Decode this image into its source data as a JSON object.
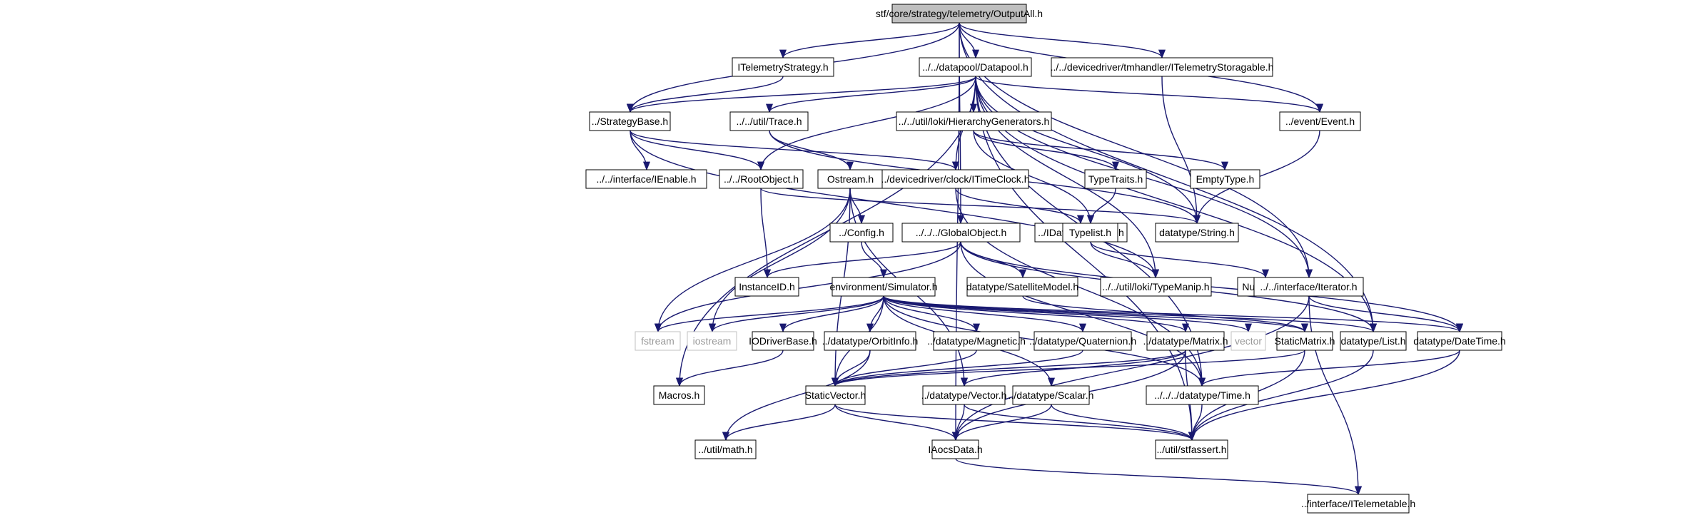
{
  "graph": {
    "title": "stf/core/strategy/telemetry/OutputAll.h",
    "edge_color": "#191970",
    "root_fill": "#bfbfbf",
    "external_color": "#9a9a9a",
    "nodes": [
      {
        "id": "root",
        "label": "stf/core/strategy/telemetry/OutputAll.h",
        "kind": "root",
        "link": false
      },
      {
        "id": "itelstrat",
        "label": "ITelemetryStrategy.h",
        "kind": "header",
        "link": true
      },
      {
        "id": "datapool",
        "label": "../../datapool/Datapool.h",
        "kind": "header",
        "link": true
      },
      {
        "id": "itelstor",
        "label": "../../devicedriver/tmhandler/ITelemetryStoragable.h",
        "kind": "header",
        "link": true
      },
      {
        "id": "strategybase",
        "label": "../StrategyBase.h",
        "kind": "header",
        "link": true
      },
      {
        "id": "trace",
        "label": "../../util/Trace.h",
        "kind": "header",
        "link": true
      },
      {
        "id": "hiergen",
        "label": "../../util/loki/HierarchyGenerators.h",
        "kind": "header",
        "link": true
      },
      {
        "id": "event",
        "label": "../event/Event.h",
        "kind": "header",
        "link": true
      },
      {
        "id": "ienable",
        "label": "../../interface/IEnable.h",
        "kind": "header",
        "link": true
      },
      {
        "id": "rootobject",
        "label": "../../RootObject.h",
        "kind": "header",
        "link": true
      },
      {
        "id": "ostream",
        "label": "Ostream.h",
        "kind": "header",
        "link": true
      },
      {
        "id": "itimeclock",
        "label": "../devicedriver/clock/ITimeClock.h",
        "kind": "header",
        "link": true
      },
      {
        "id": "typetraits",
        "label": "TypeTraits.h",
        "kind": "header",
        "link": true
      },
      {
        "id": "emptytype",
        "label": "EmptyType.h",
        "kind": "header",
        "link": true
      },
      {
        "id": "config",
        "label": "../Config.h",
        "kind": "header",
        "link": true
      },
      {
        "id": "globalobject",
        "label": "../../../GlobalObject.h",
        "kind": "header",
        "link": true
      },
      {
        "id": "idataupd",
        "label": "../IDataUpdatable.h",
        "kind": "header",
        "link": true
      },
      {
        "id": "typelist",
        "label": "Typelist.h",
        "kind": "header",
        "link": true
      },
      {
        "id": "string",
        "label": "datatype/String.h",
        "kind": "header",
        "link": true
      },
      {
        "id": "instanceid",
        "label": "InstanceID.h",
        "kind": "header",
        "link": true
      },
      {
        "id": "simulator",
        "label": "environment/Simulator.h",
        "kind": "header",
        "link": true
      },
      {
        "id": "satmodel",
        "label": "datatype/SatelliteModel.h",
        "kind": "header",
        "link": true
      },
      {
        "id": "typemanip",
        "label": "../../util/loki/TypeManip.h",
        "kind": "header",
        "link": true
      },
      {
        "id": "nulltype",
        "label": "NullType.h",
        "kind": "header",
        "link": true
      },
      {
        "id": "iterator",
        "label": "../../interface/Iterator.h",
        "kind": "header",
        "link": true
      },
      {
        "id": "fstream",
        "label": "fstream",
        "kind": "external",
        "link": false
      },
      {
        "id": "iostream",
        "label": "iostream",
        "kind": "external",
        "link": false
      },
      {
        "id": "iodriver",
        "label": "IODriverBase.h",
        "kind": "header",
        "link": true
      },
      {
        "id": "orbitinfo",
        "label": "../datatype/OrbitInfo.h",
        "kind": "header",
        "link": true
      },
      {
        "id": "magnetic",
        "label": "../datatype/Magnetic.h",
        "kind": "header",
        "link": true
      },
      {
        "id": "quaternion",
        "label": "../datatype/Quaternion.h",
        "kind": "header",
        "link": true
      },
      {
        "id": "matrix",
        "label": "../datatype/Matrix.h",
        "kind": "header",
        "link": true
      },
      {
        "id": "vector",
        "label": "vector",
        "kind": "external",
        "link": false
      },
      {
        "id": "staticmatrix",
        "label": "StaticMatrix.h",
        "kind": "header",
        "link": true
      },
      {
        "id": "list",
        "label": "datatype/List.h",
        "kind": "header",
        "link": true
      },
      {
        "id": "datetime",
        "label": "datatype/DateTime.h",
        "kind": "header",
        "link": true
      },
      {
        "id": "macros",
        "label": "Macros.h",
        "kind": "header",
        "link": true
      },
      {
        "id": "staticvector",
        "label": "StaticVector.h",
        "kind": "header",
        "link": true
      },
      {
        "id": "dvector",
        "label": "../datatype/Vector.h",
        "kind": "header",
        "link": true
      },
      {
        "id": "scalar",
        "label": "../datatype/Scalar.h",
        "kind": "header",
        "link": true
      },
      {
        "id": "time",
        "label": "../../../datatype/Time.h",
        "kind": "header",
        "link": true
      },
      {
        "id": "math",
        "label": "../util/math.h",
        "kind": "header",
        "link": true
      },
      {
        "id": "iaocsdata",
        "label": "IAocsData.h",
        "kind": "header",
        "link": true
      },
      {
        "id": "stfassert",
        "label": "../util/stfassert.h",
        "kind": "header",
        "link": true
      },
      {
        "id": "itelemetable",
        "label": "../interface/ITelemetable.h",
        "kind": "header",
        "link": true
      }
    ],
    "edges": [
      [
        "root",
        "itelstrat"
      ],
      [
        "root",
        "datapool"
      ],
      [
        "root",
        "itelstor"
      ],
      [
        "root",
        "strategybase"
      ],
      [
        "root",
        "event"
      ],
      [
        "root",
        "globalobject"
      ],
      [
        "root",
        "iterator"
      ],
      [
        "root",
        "list"
      ],
      [
        "root",
        "iaocsdata"
      ],
      [
        "itelstrat",
        "strategybase"
      ],
      [
        "datapool",
        "strategybase"
      ],
      [
        "datapool",
        "trace"
      ],
      [
        "datapool",
        "hiergen"
      ],
      [
        "datapool",
        "event"
      ],
      [
        "datapool",
        "rootobject"
      ],
      [
        "datapool",
        "itimeclock"
      ],
      [
        "datapool",
        "string"
      ],
      [
        "datapool",
        "typemanip"
      ],
      [
        "datapool",
        "iterator"
      ],
      [
        "datapool",
        "list"
      ],
      [
        "datapool",
        "time"
      ],
      [
        "datapool",
        "stfassert"
      ],
      [
        "datapool",
        "macros"
      ],
      [
        "itelstor",
        "string"
      ],
      [
        "strategybase",
        "ienable"
      ],
      [
        "strategybase",
        "rootobject"
      ],
      [
        "strategybase",
        "itimeclock"
      ],
      [
        "strategybase",
        "typemanip"
      ],
      [
        "trace",
        "ostream"
      ],
      [
        "trace",
        "string"
      ],
      [
        "hiergen",
        "typetraits"
      ],
      [
        "hiergen",
        "emptytype"
      ],
      [
        "hiergen",
        "typelist"
      ],
      [
        "event",
        "string"
      ],
      [
        "rootobject",
        "instanceid"
      ],
      [
        "rootobject",
        "string"
      ],
      [
        "ostream",
        "config"
      ],
      [
        "ostream",
        "fstream"
      ],
      [
        "ostream",
        "iostream"
      ],
      [
        "ostream",
        "staticvector"
      ],
      [
        "ostream",
        "dvector"
      ],
      [
        "itimeclock",
        "idataupd"
      ],
      [
        "itimeclock",
        "time"
      ],
      [
        "typetraits",
        "typelist"
      ],
      [
        "config",
        "simulator"
      ],
      [
        "globalobject",
        "instanceid"
      ],
      [
        "globalobject",
        "satmodel"
      ],
      [
        "globalobject",
        "fstream"
      ],
      [
        "globalobject",
        "list"
      ],
      [
        "globalobject",
        "datetime"
      ],
      [
        "globalobject",
        "time"
      ],
      [
        "typelist",
        "typemanip"
      ],
      [
        "typelist",
        "nulltype"
      ],
      [
        "simulator",
        "fstream"
      ],
      [
        "simulator",
        "iostream"
      ],
      [
        "simulator",
        "iodriver"
      ],
      [
        "simulator",
        "orbitinfo"
      ],
      [
        "simulator",
        "magnetic"
      ],
      [
        "simulator",
        "quaternion"
      ],
      [
        "simulator",
        "matrix"
      ],
      [
        "simulator",
        "vector"
      ],
      [
        "simulator",
        "staticmatrix"
      ],
      [
        "simulator",
        "list"
      ],
      [
        "simulator",
        "datetime"
      ],
      [
        "simulator",
        "staticvector"
      ],
      [
        "simulator",
        "scalar"
      ],
      [
        "simulator",
        "time"
      ],
      [
        "satmodel",
        "staticmatrix"
      ],
      [
        "iterator",
        "datetime"
      ],
      [
        "iterator",
        "iaocsdata"
      ],
      [
        "iterator",
        "itelemetable"
      ],
      [
        "iodriver",
        "macros"
      ],
      [
        "orbitinfo",
        "staticvector"
      ],
      [
        "orbitinfo",
        "math"
      ],
      [
        "magnetic",
        "staticvector"
      ],
      [
        "quaternion",
        "staticvector"
      ],
      [
        "matrix",
        "staticvector"
      ],
      [
        "matrix",
        "dvector"
      ],
      [
        "matrix",
        "iaocsdata"
      ],
      [
        "matrix",
        "stfassert"
      ],
      [
        "staticmatrix",
        "staticvector"
      ],
      [
        "staticmatrix",
        "stfassert"
      ],
      [
        "list",
        "stfassert"
      ],
      [
        "datetime",
        "time"
      ],
      [
        "datetime",
        "stfassert"
      ],
      [
        "staticvector",
        "math"
      ],
      [
        "staticvector",
        "iaocsdata"
      ],
      [
        "staticvector",
        "stfassert"
      ],
      [
        "dvector",
        "iaocsdata"
      ],
      [
        "dvector",
        "stfassert"
      ],
      [
        "scalar",
        "iaocsdata"
      ],
      [
        "scalar",
        "stfassert"
      ],
      [
        "time",
        "stfassert"
      ],
      [
        "iaocsdata",
        "itelemetable"
      ]
    ]
  }
}
